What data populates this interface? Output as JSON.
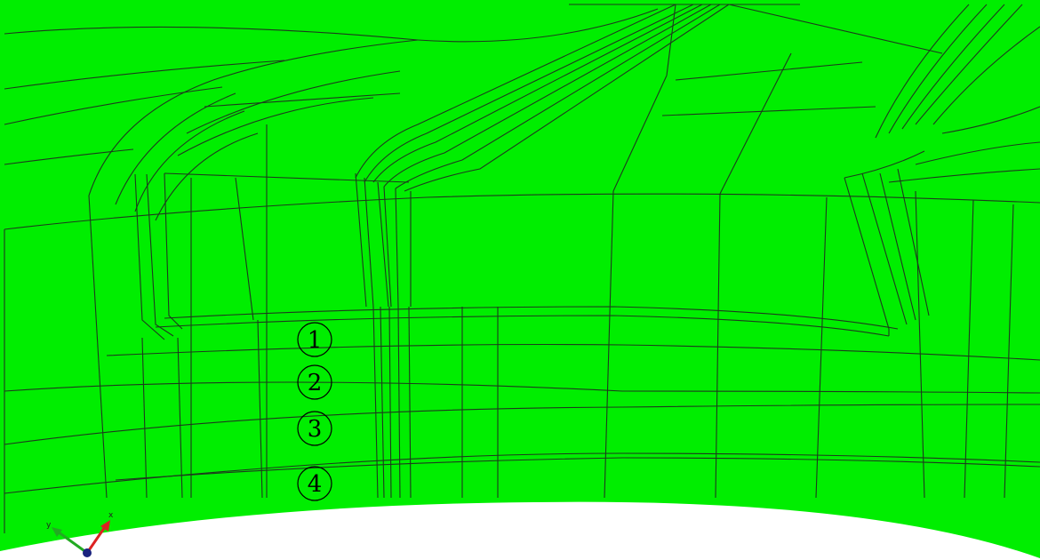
{
  "viewport": {
    "background_color": "#ffffff",
    "surface_color": "#00ee00",
    "mesh_line_color": "#1d3a1d"
  },
  "row_labels": [
    {
      "id": "row-1",
      "text": "1"
    },
    {
      "id": "row-2",
      "text": "2"
    },
    {
      "id": "row-3",
      "text": "3"
    },
    {
      "id": "row-4",
      "text": "4"
    }
  ],
  "axis_triad": {
    "x_label": "x",
    "y_label": "y",
    "x_color": "#dd2222",
    "y_color": "#22aa22",
    "z_color": "#1a237e"
  }
}
